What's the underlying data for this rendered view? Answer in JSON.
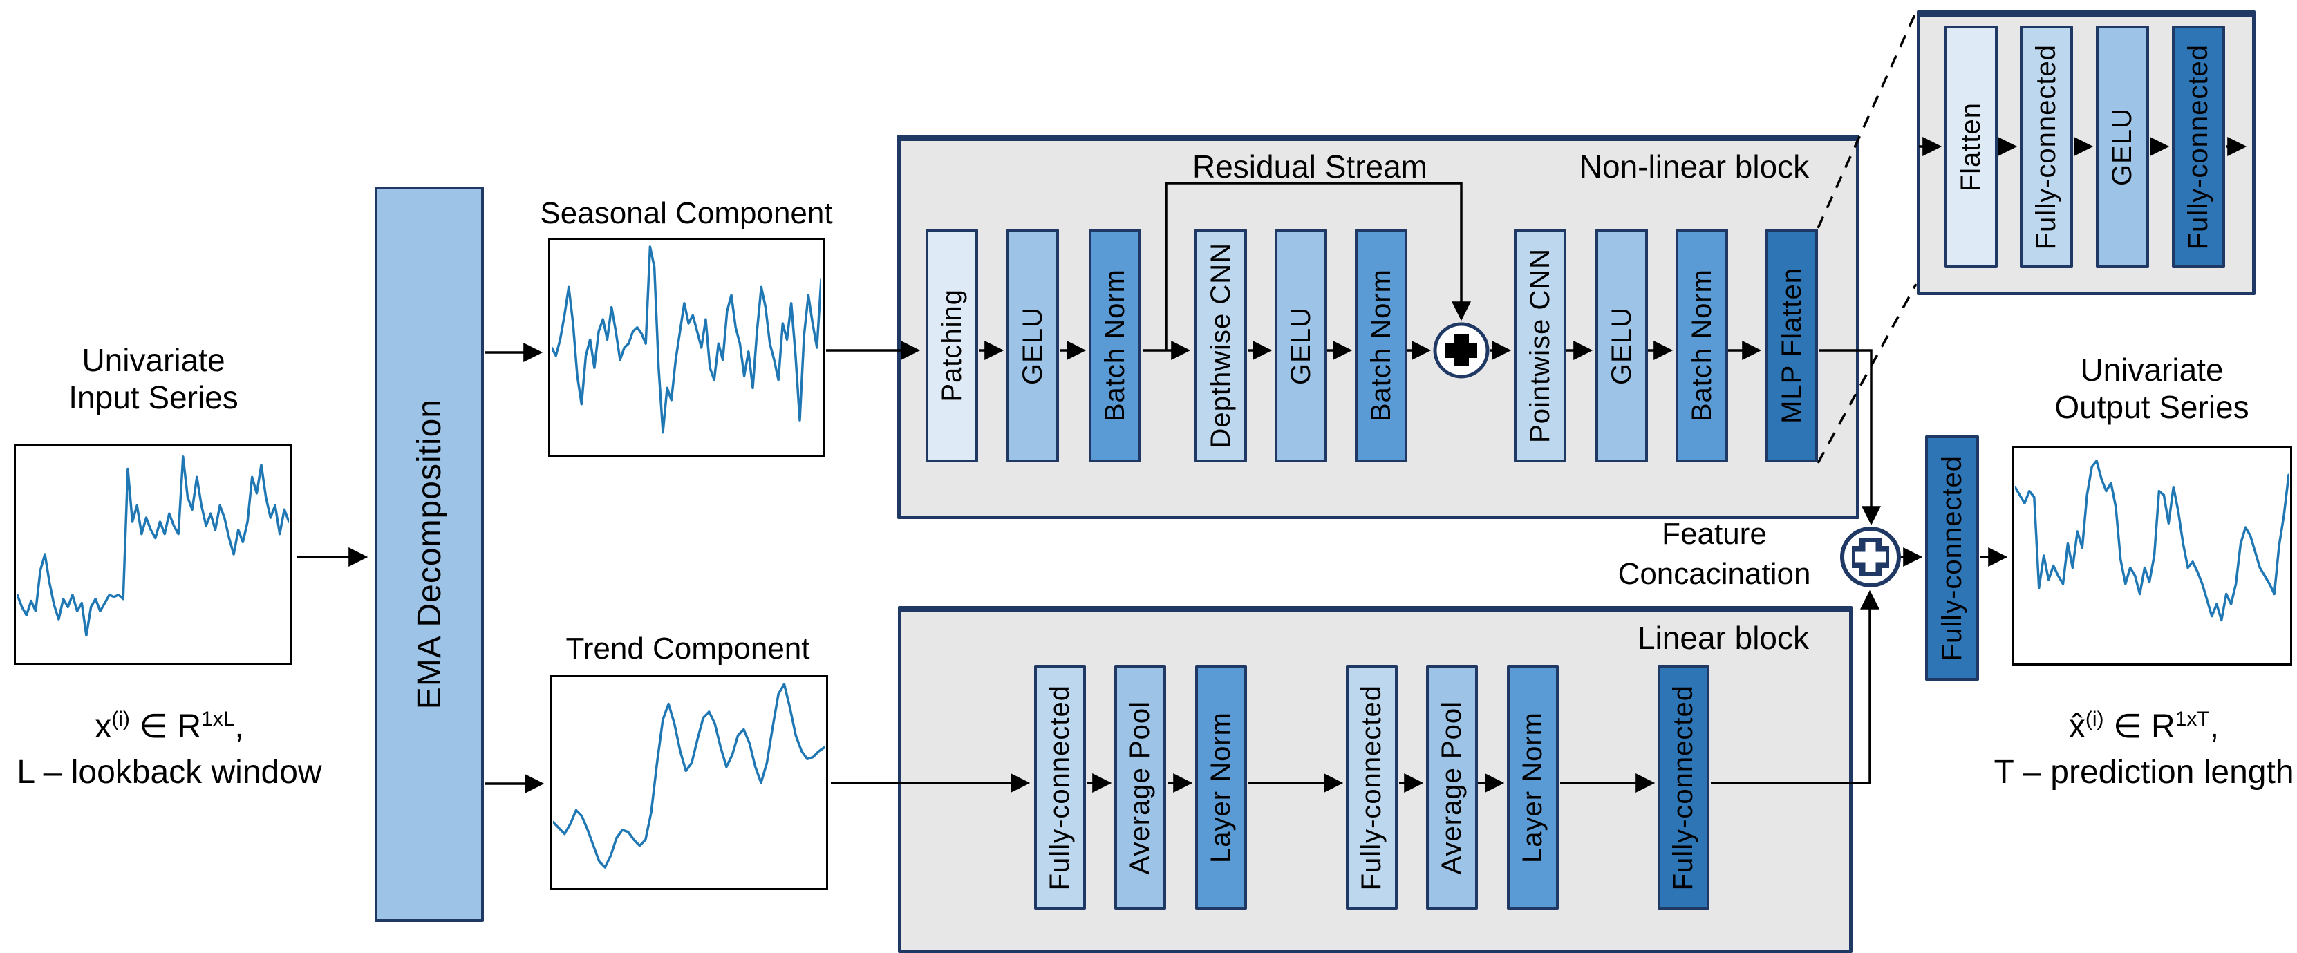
{
  "colors": {
    "t1": "#DEEBF7",
    "t2": "#BDD7EE",
    "t3": "#9DC3E6",
    "t4": "#5B9BD5",
    "t5": "#2E75B6",
    "block_fill": "#E8E7E7",
    "border_navy": "#1F3864",
    "line_black": "#000000",
    "series_blue": "#1F77B4"
  },
  "input": {
    "title_line1": "Univariate",
    "title_line2": "Input Series",
    "formula": {
      "var": "x",
      "sup1": "(i)",
      "mid": " ∈ R",
      "sup2": "1xL",
      "end": ",",
      "line2": "L – lookback window"
    },
    "series": [
      0.3,
      0.24,
      0.2,
      0.27,
      0.22,
      0.42,
      0.5,
      0.36,
      0.25,
      0.18,
      0.28,
      0.24,
      0.3,
      0.22,
      0.26,
      0.1,
      0.24,
      0.28,
      0.22,
      0.26,
      0.3,
      0.29,
      0.3,
      0.28,
      0.92,
      0.66,
      0.74,
      0.6,
      0.68,
      0.62,
      0.58,
      0.66,
      0.6,
      0.7,
      0.64,
      0.6,
      0.98,
      0.78,
      0.72,
      0.88,
      0.74,
      0.64,
      0.7,
      0.62,
      0.74,
      0.68,
      0.58,
      0.5,
      0.62,
      0.56,
      0.66,
      0.88,
      0.8,
      0.94,
      0.78,
      0.68,
      0.74,
      0.6,
      0.72,
      0.66
    ]
  },
  "ema": {
    "label": "EMA Decomposition",
    "tone": "t3"
  },
  "seasonal": {
    "title": "Seasonal Component",
    "series": [
      0.5,
      0.46,
      0.54,
      0.66,
      0.8,
      0.62,
      0.36,
      0.22,
      0.46,
      0.54,
      0.4,
      0.58,
      0.64,
      0.54,
      0.7,
      0.58,
      0.44,
      0.5,
      0.52,
      0.58,
      0.6,
      0.57,
      0.52,
      1.0,
      0.9,
      0.4,
      0.08,
      0.3,
      0.24,
      0.44,
      0.58,
      0.72,
      0.62,
      0.66,
      0.58,
      0.5,
      0.64,
      0.4,
      0.34,
      0.52,
      0.44,
      0.68,
      0.76,
      0.6,
      0.52,
      0.36,
      0.48,
      0.3,
      0.58,
      0.8,
      0.7,
      0.52,
      0.44,
      0.34,
      0.62,
      0.54,
      0.72,
      0.46,
      0.14,
      0.56,
      0.76,
      0.62,
      0.5,
      0.84
    ]
  },
  "trend": {
    "title": "Trend Component",
    "series": [
      0.3,
      0.27,
      0.24,
      0.29,
      0.36,
      0.33,
      0.26,
      0.18,
      0.1,
      0.07,
      0.13,
      0.22,
      0.26,
      0.25,
      0.21,
      0.18,
      0.21,
      0.35,
      0.6,
      0.82,
      0.9,
      0.8,
      0.66,
      0.56,
      0.6,
      0.72,
      0.83,
      0.86,
      0.8,
      0.68,
      0.58,
      0.64,
      0.74,
      0.77,
      0.7,
      0.58,
      0.5,
      0.6,
      0.78,
      0.95,
      1.0,
      0.88,
      0.74,
      0.66,
      0.62,
      0.63,
      0.66,
      0.68
    ]
  },
  "nonlinear_block": {
    "title": "Non-linear block",
    "residual_label": "Residual Stream",
    "layers": [
      {
        "label": "Patching",
        "tone": "t1"
      },
      {
        "label": "GELU",
        "tone": "t3"
      },
      {
        "label": "Batch Norm",
        "tone": "t4"
      },
      {
        "label": "Depthwise CNN",
        "tone": "t2"
      },
      {
        "label": "GELU",
        "tone": "t3"
      },
      {
        "label": "Batch Norm",
        "tone": "t4"
      },
      {
        "label": "Pointwise CNN",
        "tone": "t2"
      },
      {
        "label": "GELU",
        "tone": "t3"
      },
      {
        "label": "Batch Norm",
        "tone": "t4"
      },
      {
        "label": "MLP Flatten",
        "tone": "t5"
      }
    ]
  },
  "linear_block": {
    "title": "Linear block",
    "layers": [
      {
        "label": "Fully-connected",
        "tone": "t2"
      },
      {
        "label": "Average Pool",
        "tone": "t3"
      },
      {
        "label": "Layer Norm",
        "tone": "t4"
      },
      {
        "label": "Fully-connected",
        "tone": "t2"
      },
      {
        "label": "Average Pool",
        "tone": "t3"
      },
      {
        "label": "Layer Norm",
        "tone": "t4"
      },
      {
        "label": "Fully-connected",
        "tone": "t5"
      }
    ]
  },
  "inset": {
    "layers": [
      {
        "label": "Flatten",
        "tone": "t1"
      },
      {
        "label": "Fully-connected",
        "tone": "t2"
      },
      {
        "label": "GELU",
        "tone": "t3"
      },
      {
        "label": "Fully-connected",
        "tone": "t5"
      }
    ]
  },
  "feature_concat": {
    "label_line1": "Feature",
    "label_line2": "Concacination"
  },
  "output_fc": {
    "label": "Fully-connected",
    "tone": "t5"
  },
  "output": {
    "title_line1": "Univariate",
    "title_line2": "Output Series",
    "formula": {
      "var": "x̂",
      "sup1": "(i)",
      "mid": " ∈ R",
      "sup2": "1xT",
      "end": ",",
      "line2": "T – prediction length"
    },
    "series": [
      0.84,
      0.8,
      0.76,
      0.82,
      0.79,
      0.34,
      0.5,
      0.38,
      0.45,
      0.4,
      0.36,
      0.56,
      0.44,
      0.62,
      0.54,
      0.8,
      0.94,
      0.97,
      0.88,
      0.82,
      0.86,
      0.74,
      0.48,
      0.36,
      0.44,
      0.4,
      0.31,
      0.44,
      0.37,
      0.5,
      0.82,
      0.8,
      0.66,
      0.84,
      0.72,
      0.56,
      0.44,
      0.47,
      0.42,
      0.36,
      0.28,
      0.2,
      0.26,
      0.18,
      0.31,
      0.26,
      0.36,
      0.56,
      0.64,
      0.6,
      0.52,
      0.44,
      0.4,
      0.36,
      0.31,
      0.55,
      0.7,
      0.9
    ]
  }
}
